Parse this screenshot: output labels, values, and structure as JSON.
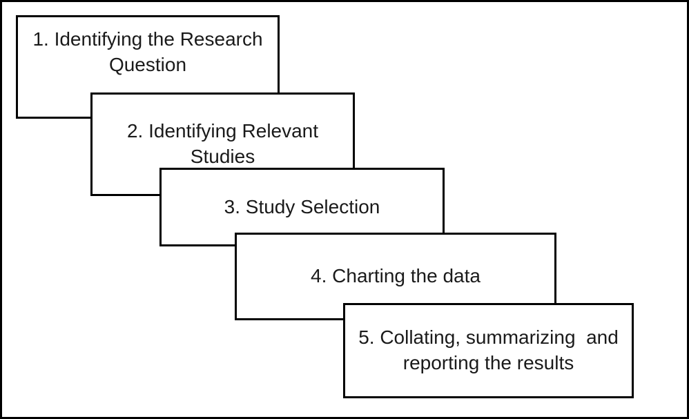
{
  "steps": [
    {
      "label": "1. Identifying the Research\nQuestion"
    },
    {
      "label": "2. Identifying Relevant\nStudies"
    },
    {
      "label": "3. Study Selection"
    },
    {
      "label": "4. Charting the data"
    },
    {
      "label": "5. Collating, summarizing  and\nreporting the results"
    }
  ],
  "colors": {
    "border": "#000000",
    "text": "#1a1a1a",
    "background": "#ffffff"
  }
}
